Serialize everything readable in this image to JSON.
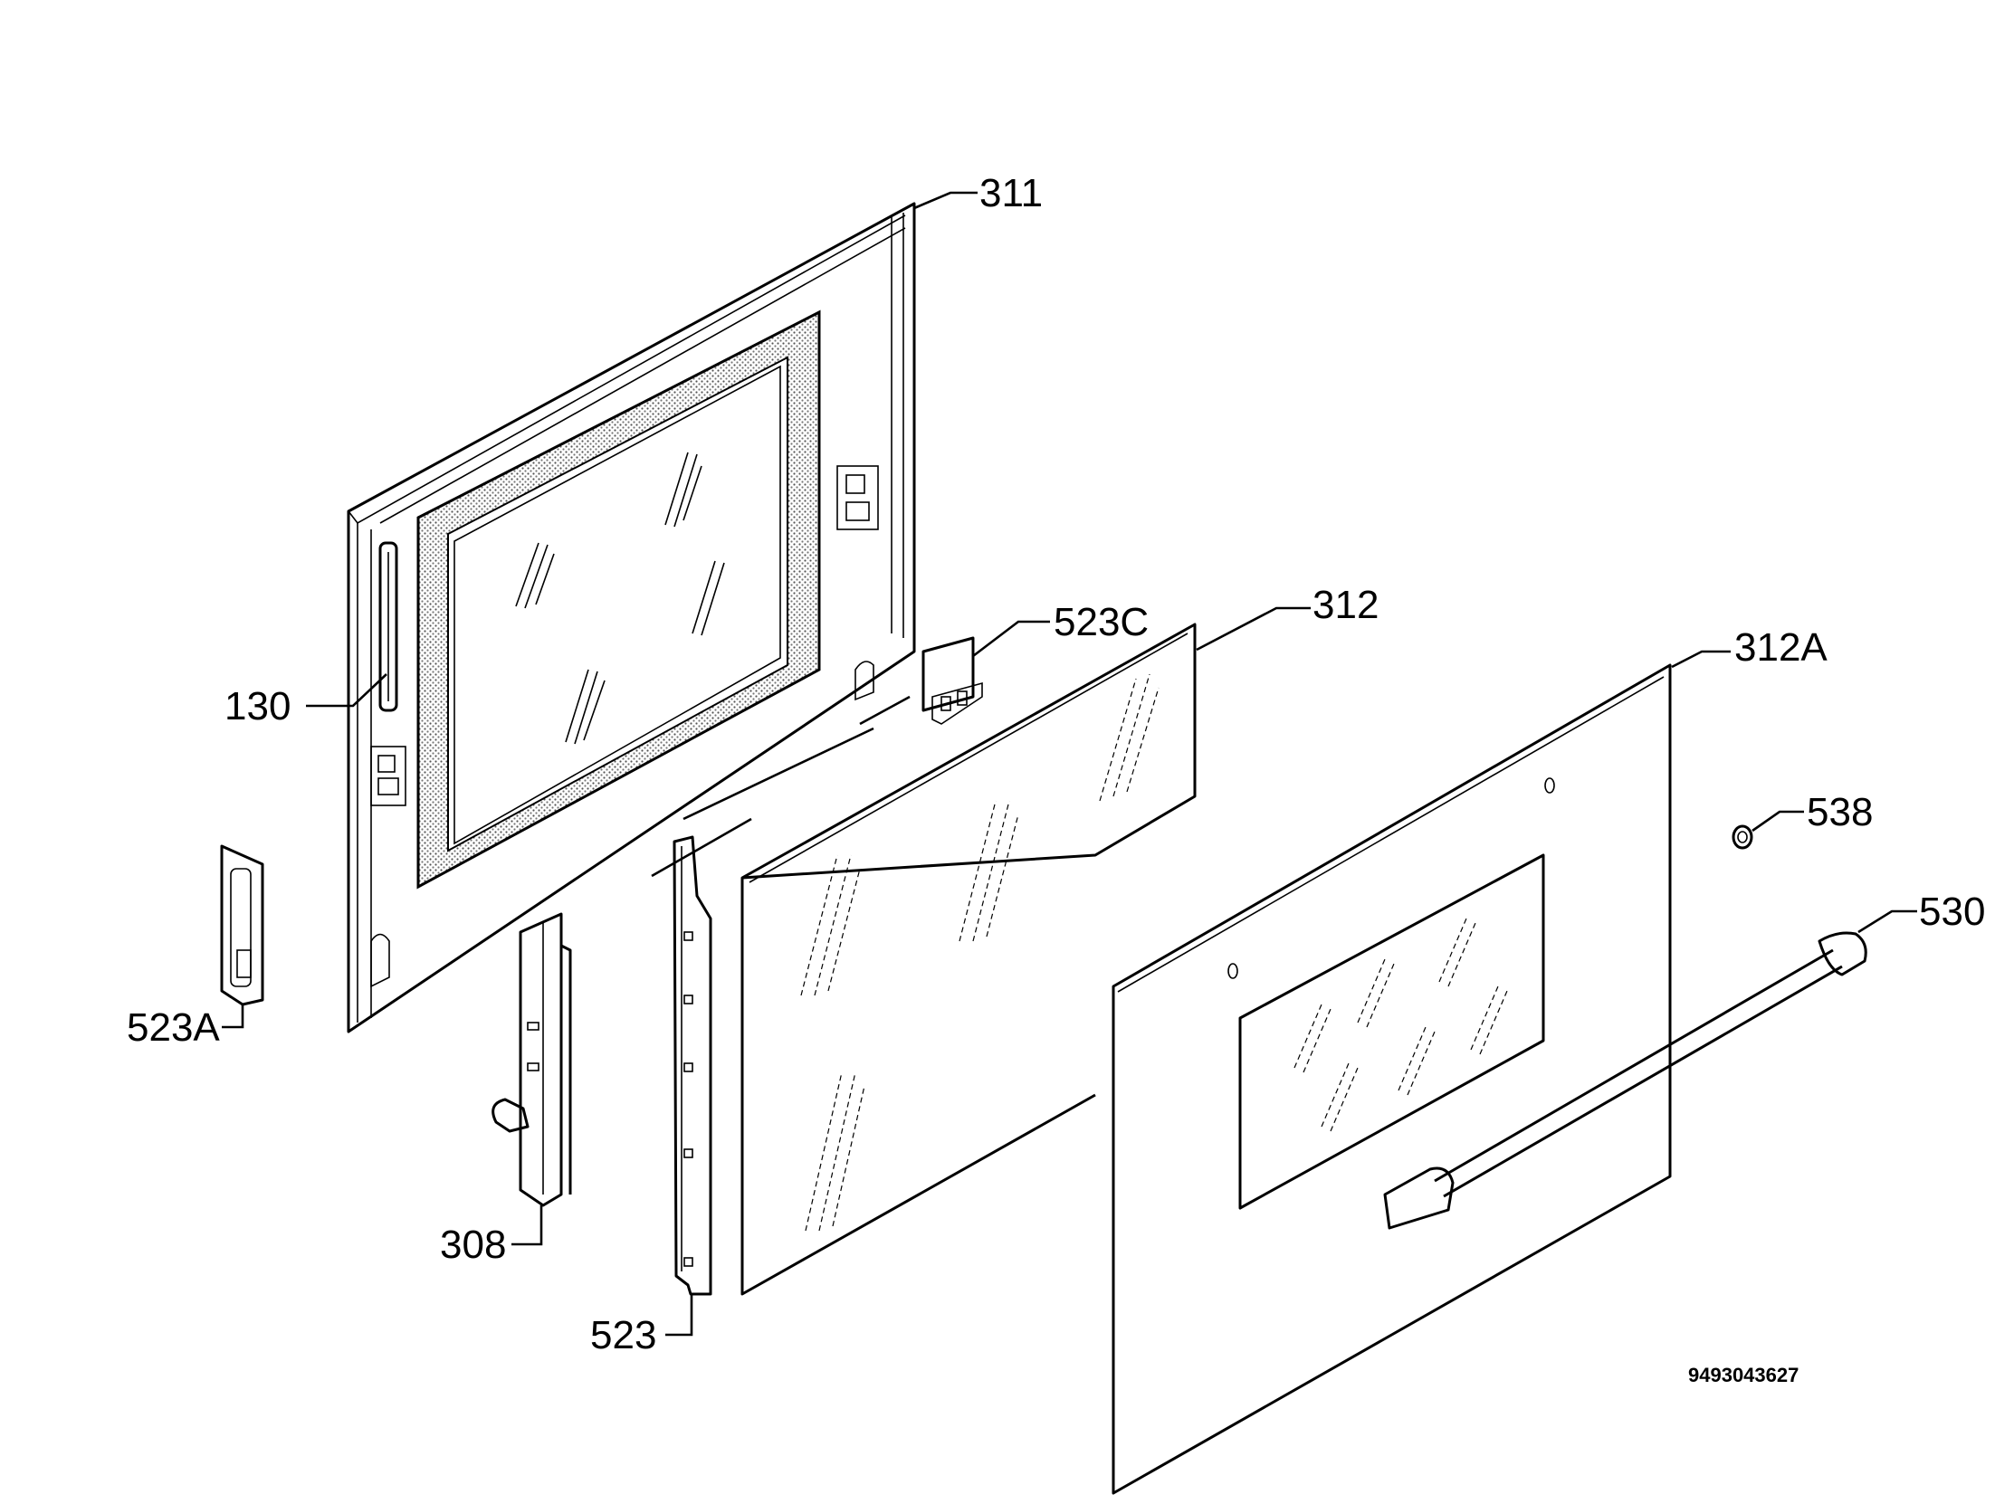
{
  "labels": {
    "p311": "311",
    "p130": "130",
    "p523c": "523C",
    "p312": "312",
    "p312a": "312A",
    "p538": "538",
    "p530": "530",
    "p523a": "523A",
    "p308": "308",
    "p523": "523"
  },
  "drawing_number": "9493043627"
}
